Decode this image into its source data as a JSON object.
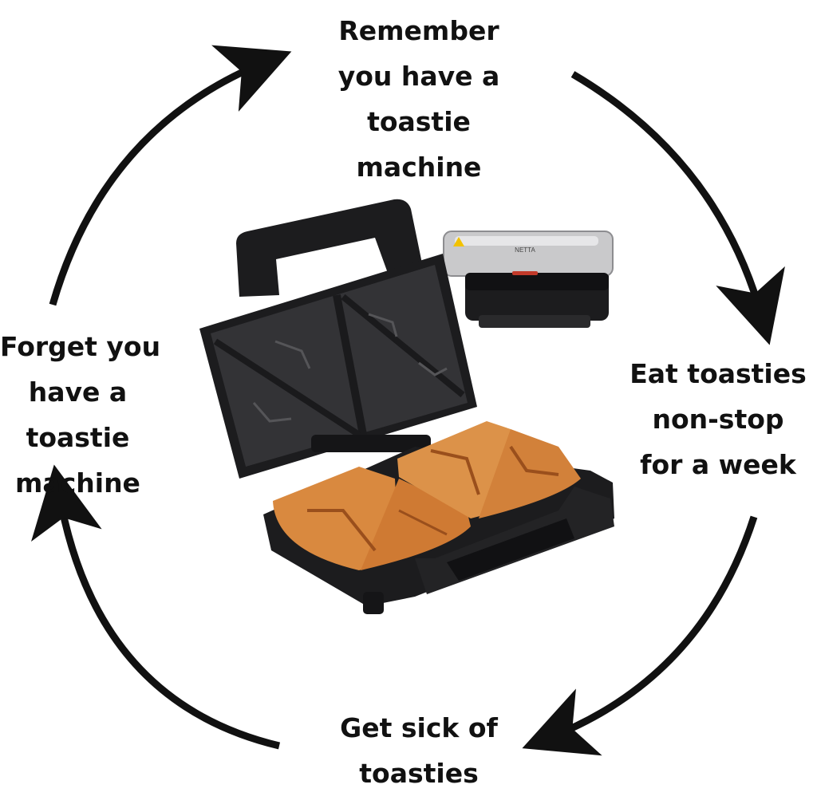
{
  "cycle": {
    "steps": [
      {
        "lines": [
          "Remember",
          "you have a",
          "toastie",
          "machine"
        ]
      },
      {
        "lines": [
          "Eat toasties",
          "non-stop",
          "for a week"
        ]
      },
      {
        "lines": [
          "Get sick of",
          "toasties"
        ]
      },
      {
        "lines": [
          "Forget you",
          "have a",
          "toastie",
          "machine"
        ]
      }
    ]
  },
  "product": {
    "brand": "NETTA",
    "image": "sandwich-toaster-with-toasties"
  },
  "colors": {
    "arrow": "#111111",
    "text": "#111111",
    "appliance": "#1c1c1e",
    "plate": "#2e2e31",
    "toast": "#d9893f",
    "steel": "#c9c9cb"
  }
}
